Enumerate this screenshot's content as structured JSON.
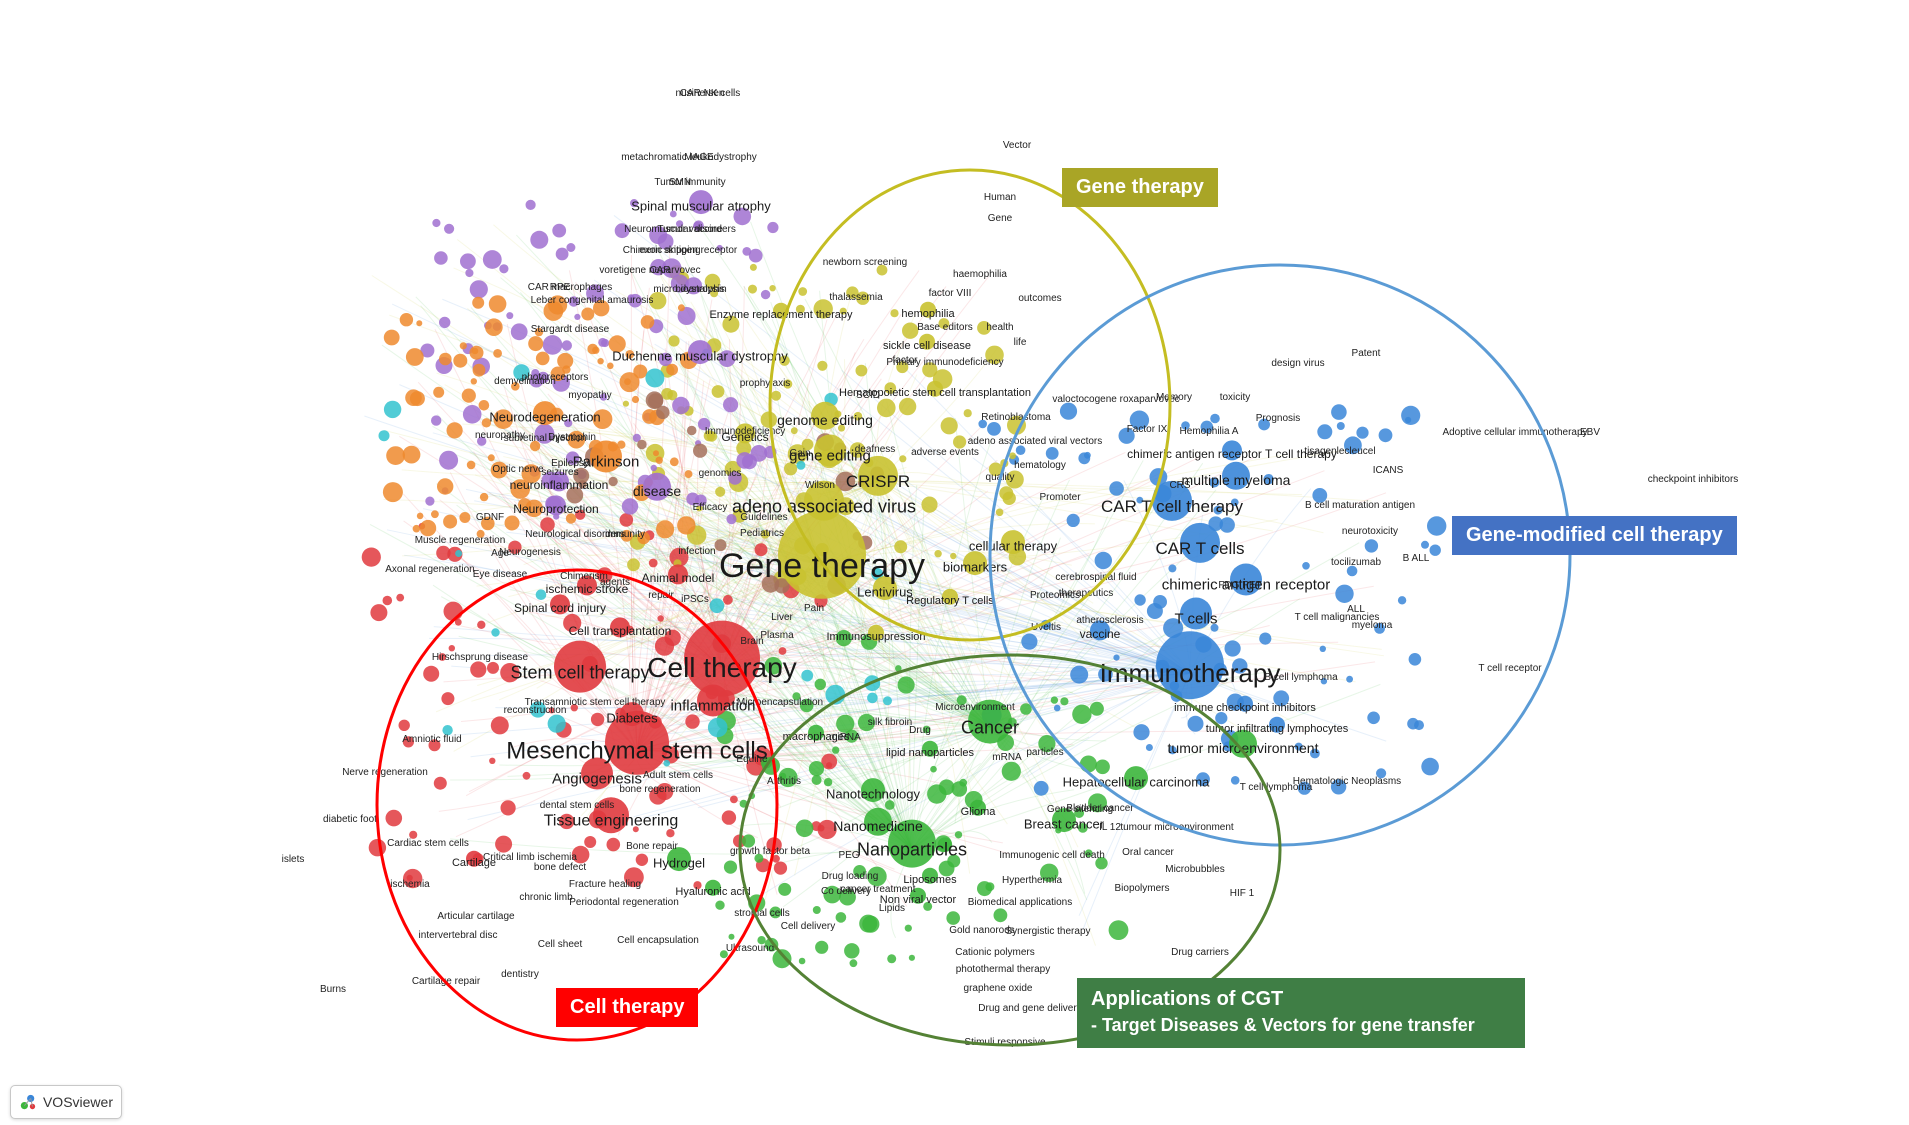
{
  "clusters": {
    "gene": {
      "label": "Gene therapy",
      "color": "#c4bd22",
      "box_color": "#a9a526"
    },
    "gene_modified": {
      "label": "Gene-modified cell  therapy",
      "color": "#5b9bd5",
      "box_color": "#4472c4"
    },
    "cell": {
      "label": "Cell therapy",
      "color": "#ff0000",
      "box_color": "#ff0000"
    },
    "applications": {
      "label": "Applications of CGT",
      "sublabel": "- Target Diseases & Vectors for gene transfer",
      "color": "#548235",
      "box_color": "#3f7e45"
    }
  },
  "palette": {
    "red": "#e03a3e",
    "green": "#3cb63c",
    "blue": "#3a86d8",
    "yellow": "#c9c230",
    "purple": "#a070d0",
    "orange": "#ef8a2e",
    "cyan": "#33c3cf",
    "brown": "#a5705a"
  },
  "terms": [
    {
      "t": "Gene therapy",
      "s": 34,
      "c": "yellow",
      "n": 44
    },
    {
      "t": "Cell therapy",
      "s": 28,
      "c": "red",
      "n": 38
    },
    {
      "t": "Mesenchymal stem cells",
      "s": 24,
      "c": "red",
      "n": 32
    },
    {
      "t": "Immunotherapy",
      "s": 26,
      "c": "blue",
      "n": 34
    },
    {
      "t": "Stem cell therapy",
      "s": 18,
      "c": "red",
      "n": 26
    },
    {
      "t": "Nanoparticles",
      "s": 18,
      "c": "green",
      "n": 24
    },
    {
      "t": "Cancer",
      "s": 18,
      "c": "green",
      "n": 22
    },
    {
      "t": "CRISPR",
      "s": 17,
      "c": "yellow",
      "n": 20
    },
    {
      "t": "adeno associated virus",
      "s": 18,
      "c": "yellow",
      "n": 20
    },
    {
      "t": "CAR T cell therapy",
      "s": 17,
      "c": "blue",
      "n": 20
    },
    {
      "t": "CAR T cells",
      "s": 17,
      "c": "blue",
      "n": 20
    },
    {
      "t": "Tissue engineering",
      "s": 16,
      "c": "red",
      "n": 18
    },
    {
      "t": "Angiogenesis",
      "s": 15,
      "c": "red",
      "n": 16
    },
    {
      "t": "inflammation",
      "s": 15,
      "c": "red",
      "n": 16
    },
    {
      "t": "gene editing",
      "s": 15,
      "c": "yellow",
      "n": 16
    },
    {
      "t": "genome editing",
      "s": 14,
      "c": "yellow",
      "n": 14
    },
    {
      "t": "Parkinson",
      "s": 15,
      "c": "orange",
      "n": 16
    },
    {
      "t": "disease",
      "s": 14,
      "c": "purple",
      "n": 14
    },
    {
      "t": "chimeric antigen receptor",
      "s": 15,
      "c": "blue",
      "n": 16
    },
    {
      "t": "T cells",
      "s": 15,
      "c": "blue",
      "n": 16
    },
    {
      "t": "multiple myeloma",
      "s": 14,
      "c": "blue",
      "n": 14
    },
    {
      "t": "tumor microenvironment",
      "s": 14,
      "c": "green",
      "n": 14
    },
    {
      "t": "Nanomedicine",
      "s": 14,
      "c": "green",
      "n": 14
    },
    {
      "t": "Hydrogel",
      "s": 13,
      "c": "green",
      "n": 12
    },
    {
      "t": "Nanotechnology",
      "s": 13,
      "c": "green",
      "n": 12
    },
    {
      "t": "Breast cancer",
      "s": 13,
      "c": "green",
      "n": 12
    },
    {
      "t": "Hepatocellular carcinoma",
      "s": 13,
      "c": "green",
      "n": 12
    },
    {
      "t": "cellular therapy",
      "s": 13,
      "c": "yellow",
      "n": 12
    },
    {
      "t": "biomarkers",
      "s": 13,
      "c": "yellow",
      "n": 12
    },
    {
      "t": "Lentivirus",
      "s": 13,
      "c": "yellow",
      "n": 12
    },
    {
      "t": "Diabetes",
      "s": 13,
      "c": "red",
      "n": 12
    },
    {
      "t": "Spinal muscular atrophy",
      "s": 13,
      "c": "purple",
      "n": 12
    },
    {
      "t": "Duchenne muscular dystrophy",
      "s": 13,
      "c": "purple",
      "n": 12
    },
    {
      "t": "Neurodegeneration",
      "s": 13,
      "c": "orange",
      "n": 12
    },
    {
      "t": "neuroinflammation",
      "s": 12,
      "c": "purple",
      "n": 10
    },
    {
      "t": "Neuroprotection",
      "s": 12,
      "c": "purple",
      "n": 10
    },
    {
      "t": "Spinal cord injury",
      "s": 12,
      "c": "red",
      "n": 10
    },
    {
      "t": "ischemic stroke",
      "s": 12,
      "c": "red",
      "n": 10
    },
    {
      "t": "Cell transplantation",
      "s": 12,
      "c": "red",
      "n": 10
    },
    {
      "t": "Animal model",
      "s": 12,
      "c": "red",
      "n": 10
    },
    {
      "t": "Genetics",
      "s": 12,
      "c": "yellow",
      "n": 10
    },
    {
      "t": "Enzyme replacement therapy",
      "s": 11,
      "c": "yellow",
      "n": 8
    },
    {
      "t": "hemophilia",
      "s": 11,
      "c": "yellow",
      "n": 8
    },
    {
      "t": "sickle cell disease",
      "s": 11,
      "c": "yellow",
      "n": 8
    },
    {
      "t": "Hematopoietic stem cell transplantation",
      "s": 11,
      "c": "yellow",
      "n": 8
    },
    {
      "t": "Regulatory T cells",
      "s": 11,
      "c": "yellow",
      "n": 8
    },
    {
      "t": "Immunosuppression",
      "s": 11,
      "c": "yellow",
      "n": 8
    },
    {
      "t": "chimeric antigen receptor T cell therapy",
      "s": 12,
      "c": "blue",
      "n": 10
    },
    {
      "t": "vaccine",
      "s": 12,
      "c": "blue",
      "n": 10
    },
    {
      "t": "immune checkpoint inhibitors",
      "s": 11,
      "c": "blue",
      "n": 8
    },
    {
      "t": "tumor infiltrating lymphocytes",
      "s": 11,
      "c": "blue",
      "n": 8
    },
    {
      "t": "lipid nanoparticles",
      "s": 11,
      "c": "green",
      "n": 8
    },
    {
      "t": "Liposomes",
      "s": 11,
      "c": "green",
      "n": 8
    },
    {
      "t": "Non viral vector",
      "s": 11,
      "c": "green",
      "n": 8
    },
    {
      "t": "Glioma",
      "s": 11,
      "c": "green",
      "n": 8
    },
    {
      "t": "Hyaluronic acid",
      "s": 11,
      "c": "green",
      "n": 8
    },
    {
      "t": "macrophages",
      "s": 11,
      "c": "green",
      "n": 8
    },
    {
      "t": "Cartilage",
      "s": 11,
      "c": "red",
      "n": 8
    }
  ],
  "small_terms": [
    "nusinersen",
    "metachromatic leukodystrophy",
    "SMN",
    "Neuromuscular disorders",
    "exon skipping",
    "voretigene neparvovec",
    "micro dystrophin",
    "RPE",
    "Leber congenital amaurosis",
    "Stargardt disease",
    "photoreceptors",
    "demyelination",
    "myopathy",
    "Dystrophin",
    "neuropathy",
    "subretinal injection",
    "Epilepsy",
    "seizures",
    "Optic nerve",
    "GDNF",
    "Neurological disorders",
    "Neurogenesis",
    "Age",
    "Muscle regeneration",
    "Eye disease",
    "Axonal regeneration",
    "Hirschsprung disease",
    "Amniotic fluid",
    "Nerve regeneration",
    "diabetic foot",
    "Cardiac stem cells",
    "Critical limb ischemia",
    "ischemia",
    "chronic limb",
    "Articular cartilage",
    "intervertebral disc",
    "Cartilage repair",
    "Cell sheet",
    "dentistry",
    "Periodontal regeneration",
    "Fracture healing",
    "bone defect",
    "Bone repair",
    "bone regeneration",
    "islets",
    "Burns",
    "reconstruction",
    "Transamniotic stem cell therapy",
    "dental stem cells",
    "Adult stem cells",
    "Equine",
    "growth factor beta",
    "Arthritis",
    "stromal cells",
    "Ultrasound",
    "Cell delivery",
    "Cell encapsulation",
    "Microencapsulation",
    "silk fibroin",
    "miRNA",
    "Drug",
    "Microenvironment",
    "mRNA",
    "particles",
    "Bladder cancer",
    "Gene silencing",
    "Immunogenic cell death",
    "tumour microenvironment",
    "IL 12",
    "Oral cancer",
    "Microbubbles",
    "Biopolymers",
    "HIF 1",
    "PEG",
    "Drug loading",
    "Co delivery",
    "cancer treatment",
    "Lipids",
    "Hyperthermia",
    "Biomedical applications",
    "Gold nanorods",
    "Synergistic therapy",
    "Cationic polymers",
    "photothermal therapy",
    "graphene oxide",
    "Drug and gene delivery",
    "Stimuli responsive",
    "Drug carriers",
    "newborn screening",
    "thalassemia",
    "haemophilia",
    "factor VIII",
    "outcomes",
    "Base editors",
    "health",
    "Primary immunodeficiency",
    "factor",
    "life",
    "prophylaxis",
    "SCID",
    "Immunodeficiency",
    "Retinoblastoma",
    "adeno associated viral vectors",
    "deafness",
    "Wilson",
    "Pediatrics",
    "adverse events",
    "quality",
    "hematology",
    "Promoter",
    "Gain",
    "genomics",
    "Efficacy",
    "Guidelines",
    "immunity",
    "infection",
    "Chimerism",
    "agents",
    "repair",
    "iPSCs",
    "Pain",
    "Liver",
    "Plasma",
    "Brain",
    "Uveitis",
    "cerebrospinal fluid",
    "therapeutics",
    "Proteomics",
    "atherosclerosis",
    "Vector",
    "Human",
    "Gene",
    "Patent",
    "design virus",
    "Prognosis",
    "toxicity",
    "Memory",
    "valoctocogene roxaparvovec",
    "Factor IX",
    "Hemophilia A",
    "tisagenlecleucel",
    "ICANS",
    "CRS",
    "B cell maturation antigen",
    "neurotoxicity",
    "tocilizumab",
    "B ALL",
    "ALL",
    "FDG PET",
    "T cell malignancies",
    "myeloma",
    "B cell lymphoma",
    "T cell lymphoma",
    "Hematologic Neoplasms",
    "Adoptive cellular immunotherapy",
    "EBV",
    "checkpoint inhibitors",
    "T cell receptor",
    "CAR NK cells",
    "MAGE",
    "Tumor immunity",
    "Tumor vaccine",
    "Chimeric antigen receptor",
    "CAR",
    "bioanalysis",
    "CAR macrophages"
  ],
  "logo": {
    "label": "VOSviewer",
    "icon": "vosviewer-logo-icon"
  }
}
